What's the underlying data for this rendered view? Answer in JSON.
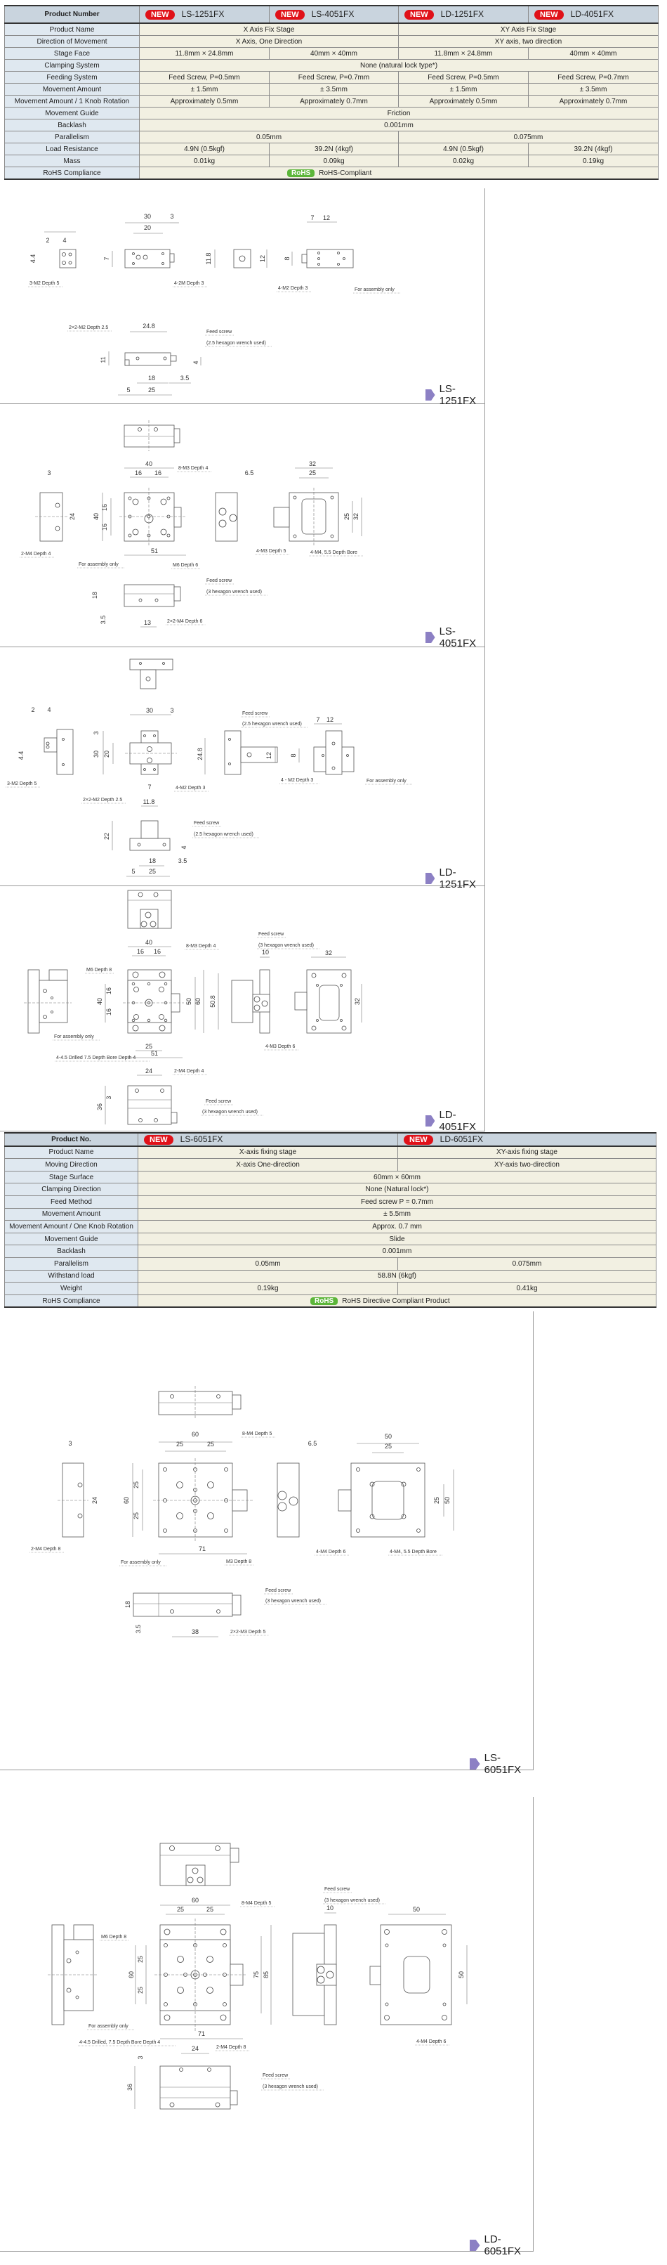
{
  "table1": {
    "header_label": "Product Number",
    "products": [
      {
        "badge": "NEW",
        "name": "LS-1251FX"
      },
      {
        "badge": "NEW",
        "name": "LS-4051FX"
      },
      {
        "badge": "NEW",
        "name": "LD-1251FX"
      },
      {
        "badge": "NEW",
        "name": "LD-4051FX"
      }
    ],
    "rows": [
      {
        "label": "Product Name",
        "cells": [
          {
            "text": "X Axis Fix Stage",
            "span": 2
          },
          {
            "text": "XY Axis Fix Stage",
            "span": 2
          }
        ]
      },
      {
        "label": "Direction of Movement",
        "cells": [
          {
            "text": "X Axis, One Direction",
            "span": 2
          },
          {
            "text": "XY axis, two direction",
            "span": 2
          }
        ]
      },
      {
        "label": "Stage Face",
        "cells": [
          {
            "text": "11.8mm × 24.8mm",
            "span": 1
          },
          {
            "text": "40mm × 40mm",
            "span": 1
          },
          {
            "text": "11.8mm × 24.8mm",
            "span": 1
          },
          {
            "text": "40mm × 40mm",
            "span": 1
          }
        ]
      },
      {
        "label": "Clamping System",
        "cells": [
          {
            "text": "None (natural lock type*)",
            "span": 4
          }
        ]
      },
      {
        "label": "Feeding System",
        "cells": [
          {
            "text": "Feed Screw, P=0.5mm",
            "span": 1
          },
          {
            "text": "Feed Screw, P=0.7mm",
            "span": 1
          },
          {
            "text": "Feed Screw, P=0.5mm",
            "span": 1
          },
          {
            "text": "Feed Screw, P=0.7mm",
            "span": 1
          }
        ]
      },
      {
        "label": "Movement Amount",
        "cells": [
          {
            "text": "± 1.5mm",
            "span": 1
          },
          {
            "text": "± 3.5mm",
            "span": 1
          },
          {
            "text": "± 1.5mm",
            "span": 1
          },
          {
            "text": "± 3.5mm",
            "span": 1
          }
        ]
      },
      {
        "label": "Movement Amount / 1 Knob Rotation",
        "cells": [
          {
            "text": "Approximately 0.5mm",
            "span": 1
          },
          {
            "text": "Approximately 0.7mm",
            "span": 1
          },
          {
            "text": "Approximately 0.5mm",
            "span": 1
          },
          {
            "text": "Approximately 0.7mm",
            "span": 1
          }
        ]
      },
      {
        "label": "Movement Guide",
        "cells": [
          {
            "text": "Friction",
            "span": 4
          }
        ]
      },
      {
        "label": "Backlash",
        "cells": [
          {
            "text": "0.001mm",
            "span": 4
          }
        ]
      },
      {
        "label": "Parallelism",
        "cells": [
          {
            "text": "0.05mm",
            "span": 2
          },
          {
            "text": "0.075mm",
            "span": 2
          }
        ]
      },
      {
        "label": "Load Resistance",
        "cells": [
          {
            "text": "4.9N (0.5kgf)",
            "span": 1
          },
          {
            "text": "39.2N (4kgf)",
            "span": 1
          },
          {
            "text": "4.9N (0.5kgf)",
            "span": 1
          },
          {
            "text": "39.2N (4kgf)",
            "span": 1
          }
        ]
      },
      {
        "label": "Mass",
        "cells": [
          {
            "text": "0.01kg",
            "span": 1
          },
          {
            "text": "0.09kg",
            "span": 1
          },
          {
            "text": "0.02kg",
            "span": 1
          },
          {
            "text": "0.19kg",
            "span": 1
          }
        ]
      },
      {
        "label": "RoHS Compliance",
        "cells": [
          {
            "badge": "RoHS",
            "text": "RoHS-Compliant",
            "span": 4
          }
        ]
      }
    ]
  },
  "table2": {
    "header_label": "Product No.",
    "products": [
      {
        "badge": "NEW",
        "name": "LS-6051FX"
      },
      {
        "badge": "NEW",
        "name": "LD-6051FX"
      }
    ],
    "rows": [
      {
        "label": "Product Name",
        "cells": [
          {
            "text": "X-axis fixing stage",
            "span": 1
          },
          {
            "text": "XY-axis fixing stage",
            "span": 1
          }
        ]
      },
      {
        "label": "Moving Direction",
        "cells": [
          {
            "text": "X-axis One-direction",
            "span": 1
          },
          {
            "text": "XY-axis two-direction",
            "span": 1
          }
        ]
      },
      {
        "label": "Stage Surface",
        "cells": [
          {
            "text": "60mm × 60mm",
            "span": 2
          }
        ]
      },
      {
        "label": "Clamping Direction",
        "cells": [
          {
            "text": "None (Natural lock*)",
            "span": 2
          }
        ]
      },
      {
        "label": "Feed Method",
        "cells": [
          {
            "text": "Feed screw P = 0.7mm",
            "span": 2
          }
        ]
      },
      {
        "label": "Movement Amount",
        "cells": [
          {
            "text": "± 5.5mm",
            "span": 2
          }
        ]
      },
      {
        "label": "Movement Amount / One Knob Rotation",
        "cells": [
          {
            "text": "Approx. 0.7 mm",
            "span": 2
          }
        ]
      },
      {
        "label": "Movement Guide",
        "cells": [
          {
            "text": "Slide",
            "span": 2
          }
        ]
      },
      {
        "label": "Backlash",
        "cells": [
          {
            "text": "0.001mm",
            "span": 2
          }
        ]
      },
      {
        "label": "Parallelism",
        "cells": [
          {
            "text": "0.05mm",
            "span": 1
          },
          {
            "text": "0.075mm",
            "span": 1
          }
        ]
      },
      {
        "label": "Withstand load",
        "cells": [
          {
            "text": "58.8N (6kgf)",
            "span": 2
          }
        ]
      },
      {
        "label": "Weight",
        "cells": [
          {
            "text": "0.19kg",
            "span": 1
          },
          {
            "text": "0.41kg",
            "span": 1
          }
        ]
      },
      {
        "label": "RoHS Compliance",
        "cells": [
          {
            "badge": "RoHS",
            "text": "RoHS Directive Compliant Product",
            "span": 2
          }
        ]
      }
    ]
  },
  "drawings": [
    {
      "label": "LS-1251FX",
      "dims": [
        "2",
        "4",
        "4.4",
        "30",
        "3",
        "20",
        "7",
        "11.8",
        "12",
        "7",
        "12",
        "8",
        "24.8",
        "11",
        "4",
        "18",
        "3.5",
        "5",
        "25"
      ],
      "callouts": [
        "3-M2 Depth 5",
        "4-2M Depth 3",
        "4-M2 Depth 3",
        "For assembly only",
        "2×2-M2 Depth 2.5",
        "Feed screw",
        "(2.5 hexagon wrench used)"
      ]
    },
    {
      "label": "LS-4051FX",
      "dims": [
        "3",
        "24",
        "40",
        "16",
        "16",
        "40",
        "16",
        "16",
        "51",
        "6.5",
        "32",
        "25",
        "25",
        "32",
        "18",
        "3.5",
        "13"
      ],
      "callouts": [
        "2-M4 Depth 4",
        "8-M3 Depth 4",
        "For assembly only",
        "M6 Depth 6",
        "4-M3 Depth 5",
        "4-M4, 5.5 Depth Bore",
        "Feed screw",
        "(3 hexagon wrench used)",
        "2×2-M4 Depth 6"
      ]
    },
    {
      "label": "LD-1251FX",
      "dims": [
        "2",
        "4",
        "4.4",
        "30",
        "3",
        "3",
        "30",
        "20",
        "7",
        "24.8",
        "12",
        "7",
        "12",
        "8",
        "11.8",
        "22",
        "4",
        "18",
        "3.5",
        "5",
        "25"
      ],
      "callouts": [
        "3-M2 Depth 5",
        "4-M2 Depth 3",
        "Feed screw",
        "(2.5 hexagon wrench used)",
        "4 - M2 Depth 3",
        "For assembly only",
        "2×2-M2 Depth 2.5",
        "Feed screw",
        "(2.5 hexagon wrench used)"
      ]
    },
    {
      "label": "LD-4051FX",
      "dims": [
        "40",
        "16",
        "16",
        "40",
        "16",
        "16",
        "50",
        "60",
        "25",
        "51",
        "10",
        "50.8",
        "32",
        "32",
        "24",
        "3",
        "36"
      ],
      "callouts": [
        "8-M3 Depth 4",
        "M6 Depth 8",
        "For assembly only",
        "4-4.5 Drilled 7.5 Depth Bore Depth 4",
        "Feed screw",
        "(3 hexagon wrench used)",
        "4-M3 Depth 6",
        "2-M4 Depth 4",
        "Feed screw",
        "(3 hexagon wrench used)"
      ]
    },
    {
      "label": "LS-6051FX",
      "dims": [
        "3",
        "24",
        "60",
        "25",
        "25",
        "60",
        "25",
        "25",
        "71",
        "6.5",
        "50",
        "25",
        "25",
        "50",
        "18",
        "3.5",
        "38"
      ],
      "callouts": [
        "2-M4 Depth 8",
        "8-M4 Depth 5",
        "For assembly only",
        "M3 Depth 8",
        "4-M4 Depth 6",
        "4-M4, 5.5 Depth Bore",
        "Feed screw",
        "(3 hexagon wrench used)",
        "2×2-M3 Depth 5"
      ]
    },
    {
      "label": "LD-6051FX",
      "dims": [
        "60",
        "25",
        "25",
        "60",
        "25",
        "25",
        "75",
        "85",
        "71",
        "10",
        "50",
        "50",
        "24",
        "3",
        "36"
      ],
      "callouts": [
        "8-M4 Depth 5",
        "M6 Depth 8",
        "For assembly only",
        "4-4.5 Drilled, 7.5 Depth Bore Depth 4",
        "Feed screw",
        "(3 hexagon wrench used)",
        "4-M4 Depth 6",
        "2-M4 Depth 8",
        "Feed screw",
        "(3 hexagon wrench used)"
      ]
    }
  ],
  "colors": {
    "new_badge": "#e01119",
    "rohs_badge": "#5cb63a",
    "label_arrow": "#8c80c4",
    "header_bg": "#c9d4de",
    "label_bg": "#dfe8f0",
    "value_bg": "#f2f0e2"
  }
}
